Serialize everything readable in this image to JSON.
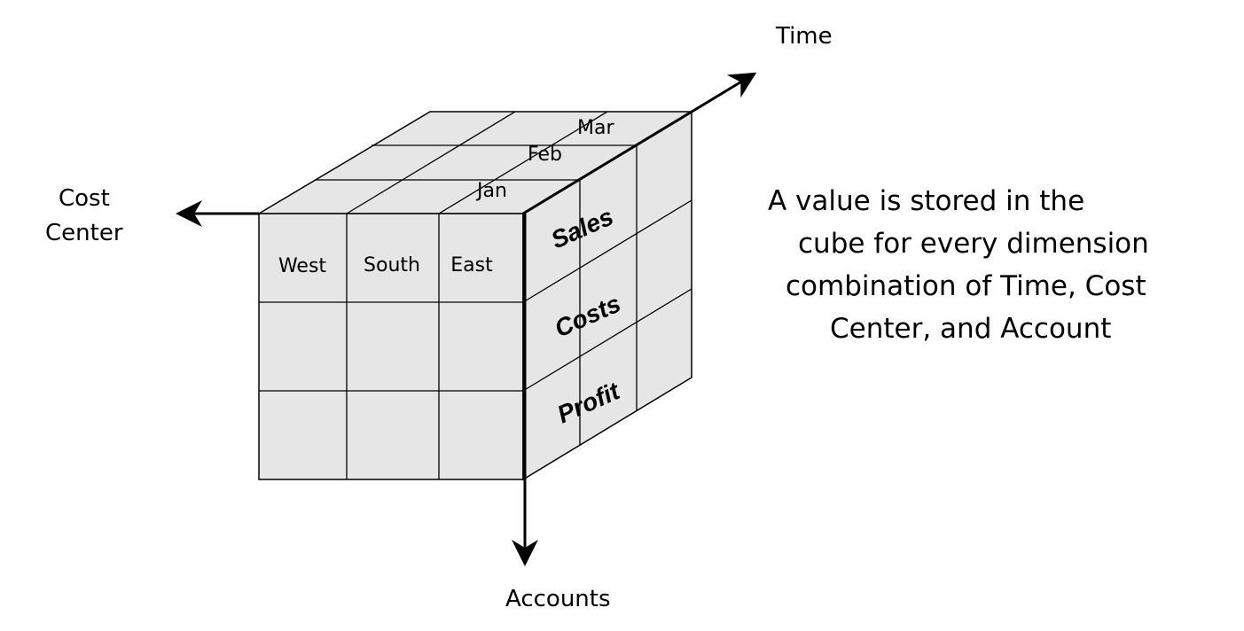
{
  "axes": {
    "time": "Time",
    "cost_center": [
      "Cost",
      "Center"
    ],
    "accounts": "Accounts"
  },
  "cost_centers": [
    "West",
    "South",
    "East"
  ],
  "months": [
    "Jan",
    "Feb",
    "Mar"
  ],
  "accounts": [
    "Sales",
    "Costs",
    "Profit"
  ],
  "caption": [
    "A value is stored in the",
    "cube for every dimension",
    "combination of Time, Cost",
    "Center, and Account"
  ],
  "colors": {
    "face": "#e6e6e6",
    "line": "#000000",
    "background": "#ffffff"
  }
}
